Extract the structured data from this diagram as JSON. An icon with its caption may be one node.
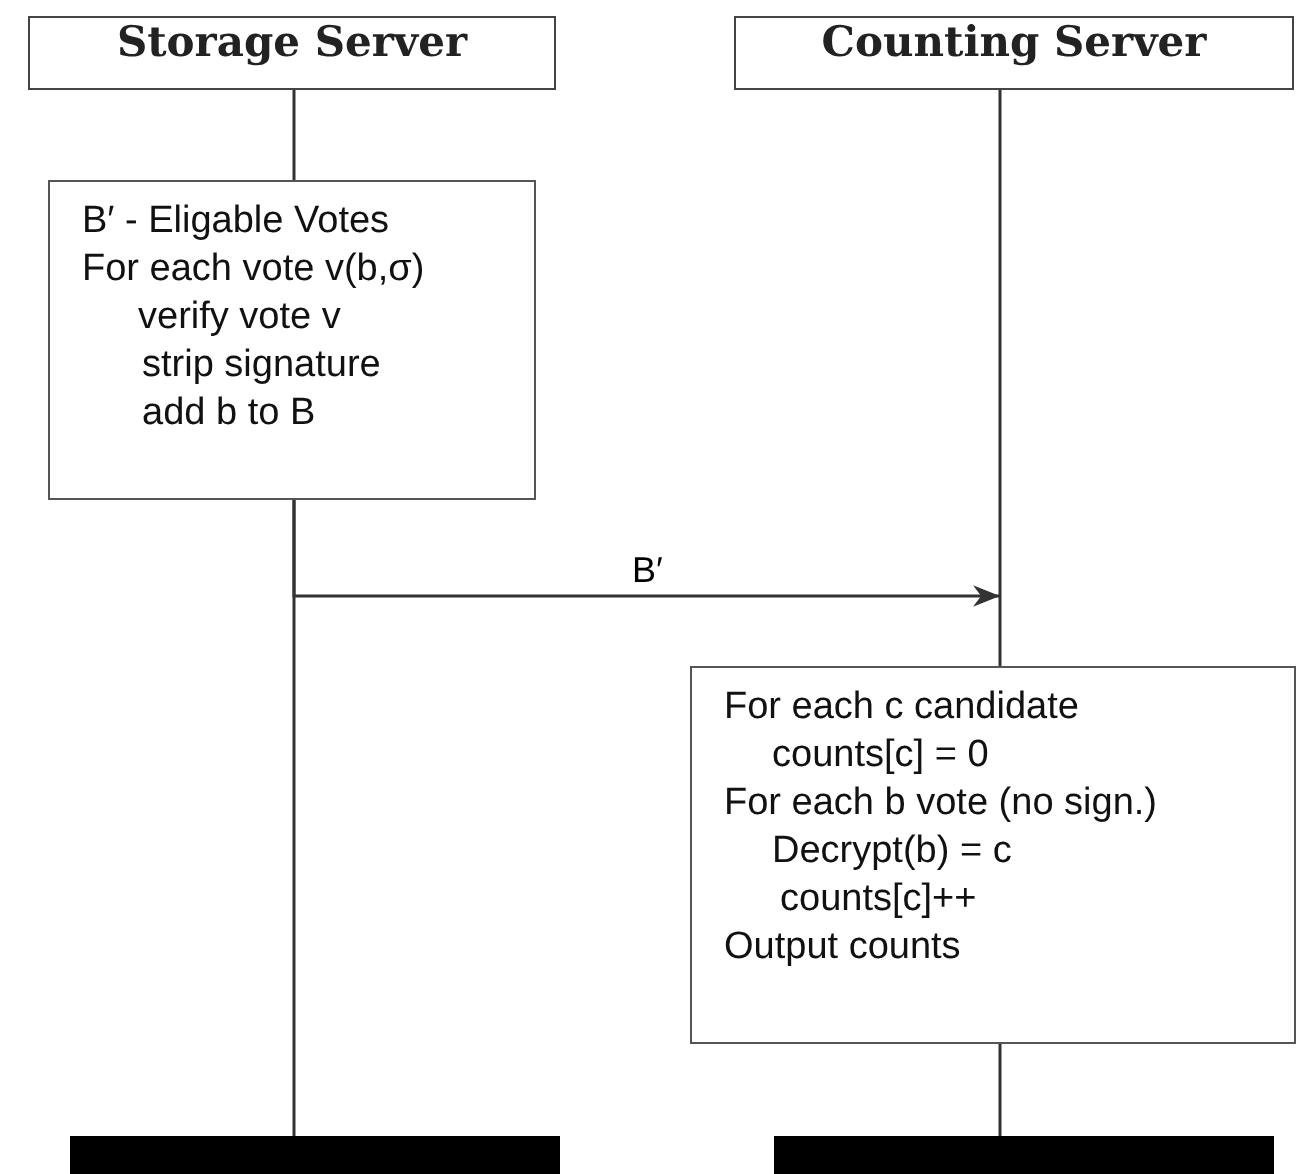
{
  "diagram": {
    "nodes": [
      {
        "text": [
          "Storage Server"
        ]
      },
      {
        "text": [
          "Counting Server"
        ]
      },
      {
        "text": [
          "B′ - Eligable Votes",
          "For each vote v(b,σ)",
          "verify vote v",
          "strip signature",
          "add b to B"
        ]
      },
      {
        "text": [
          "For each c candidate",
          "counts[c] = 0",
          "For each b vote (no sign.)",
          "Decrypt(b) = c",
          "counts[c]++",
          "Output counts"
        ]
      },
      {
        "text": [],
        "shape": "bar"
      },
      {
        "text": [],
        "shape": "bar"
      }
    ],
    "edges": [
      {
        "from": 0,
        "to": 2,
        "arrow": "none"
      },
      {
        "from": 2,
        "to": 4,
        "arrow": "none"
      },
      {
        "from": 1,
        "to": 3,
        "arrow": "none"
      },
      {
        "from": 3,
        "to": 5,
        "arrow": "none"
      },
      {
        "from": 2,
        "to": 3,
        "arrow": "to",
        "label": "B′"
      }
    ]
  }
}
